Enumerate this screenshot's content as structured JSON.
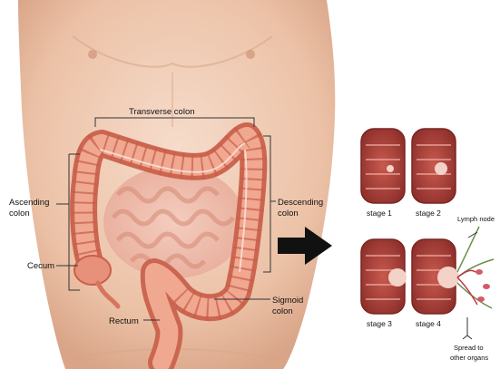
{
  "anatomy_labels": {
    "transverse": "Transverse colon",
    "ascending_1": "Ascending",
    "ascending_2": "colon",
    "descending_1": "Descending",
    "descending_2": "colon",
    "cecum": "Cecum",
    "sigmoid_1": "Sigmoid",
    "sigmoid_2": "colon",
    "rectum": "Rectum"
  },
  "stages": {
    "stage1": "stage 1",
    "stage2": "stage 2",
    "stage3": "stage 3",
    "stage4": "stage 4",
    "lymph": "Lymph node",
    "spread_1": "Spread to",
    "spread_2": "other organs"
  },
  "colors": {
    "skin": "#efc7ad",
    "colon": "#e88f78",
    "tissue": "#a9413a",
    "arrow": "#111111"
  }
}
